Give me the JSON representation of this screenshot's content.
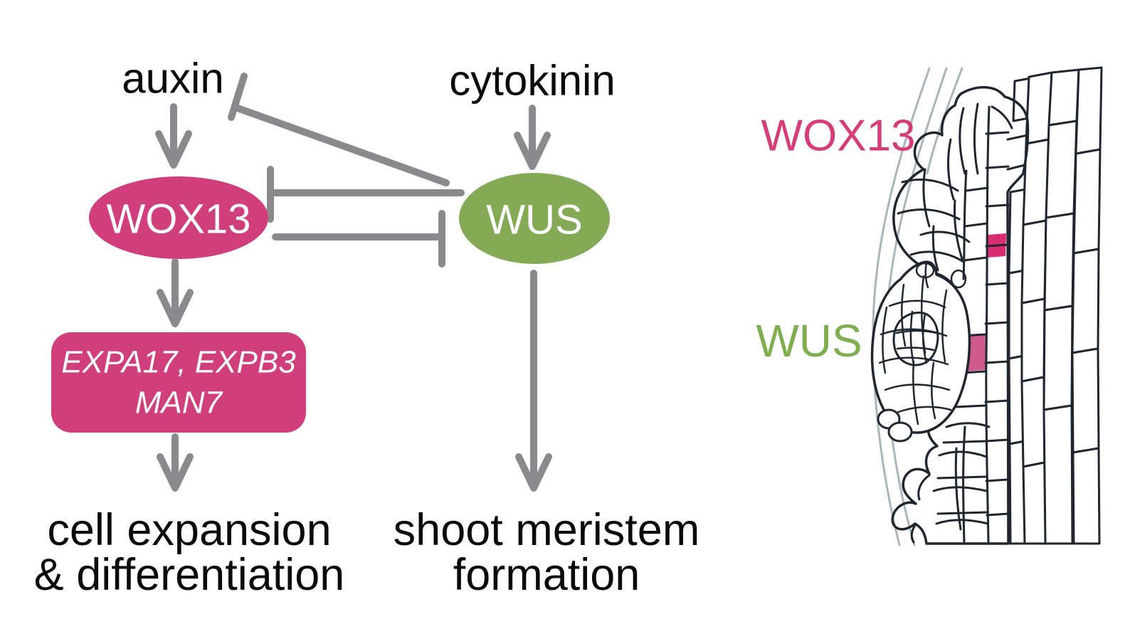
{
  "figure": {
    "pathway": {
      "auxin_label": "auxin",
      "cytokinin_label": "cytokinin",
      "wox13_label": "WOX13",
      "wus_label": "WUS",
      "target_genes_line1": "EXPA17, EXPB3",
      "target_genes_line2": "MAN7",
      "outcome_left_line1": "cell expansion",
      "outcome_left_line2": "& differentiation",
      "outcome_right_line1": "shoot meristem",
      "outcome_right_line2": "formation",
      "interactions": [
        {
          "from": "auxin",
          "to": "WOX13",
          "type": "activates"
        },
        {
          "from": "cytokinin",
          "to": "WUS",
          "type": "activates"
        },
        {
          "from": "WUS",
          "to": "auxin",
          "type": "inhibits"
        },
        {
          "from": "WUS",
          "to": "WOX13",
          "type": "inhibits"
        },
        {
          "from": "WOX13",
          "to": "WUS",
          "type": "inhibits"
        },
        {
          "from": "WOX13",
          "to": "EXPA17, EXPB3, MAN7",
          "type": "activates"
        },
        {
          "from": "EXPA17, EXPB3, MAN7",
          "to": "cell expansion & differentiation",
          "type": "activates"
        },
        {
          "from": "WUS",
          "to": "shoot meristem formation",
          "type": "activates"
        }
      ]
    },
    "tissue_panel": {
      "wox13_label": "WOX13",
      "wus_label": "WUS"
    }
  },
  "colors": {
    "pink": "#d03e7b",
    "pink_label": "#d63c78",
    "tissue_pink": "#c43a73",
    "tissue_pink_bright": "#d92c72",
    "tissue_pink_light": "#cf5b8e",
    "green_node": "#84aa55",
    "green_label": "#7fae4e",
    "tissue_green": "#55cf32",
    "arrow_gray": "#8a8a8c",
    "cell_wall": "#20262f",
    "outer_line": "#a9b6ba",
    "text_black": "#0a0a0a",
    "background": "#ffffff"
  }
}
